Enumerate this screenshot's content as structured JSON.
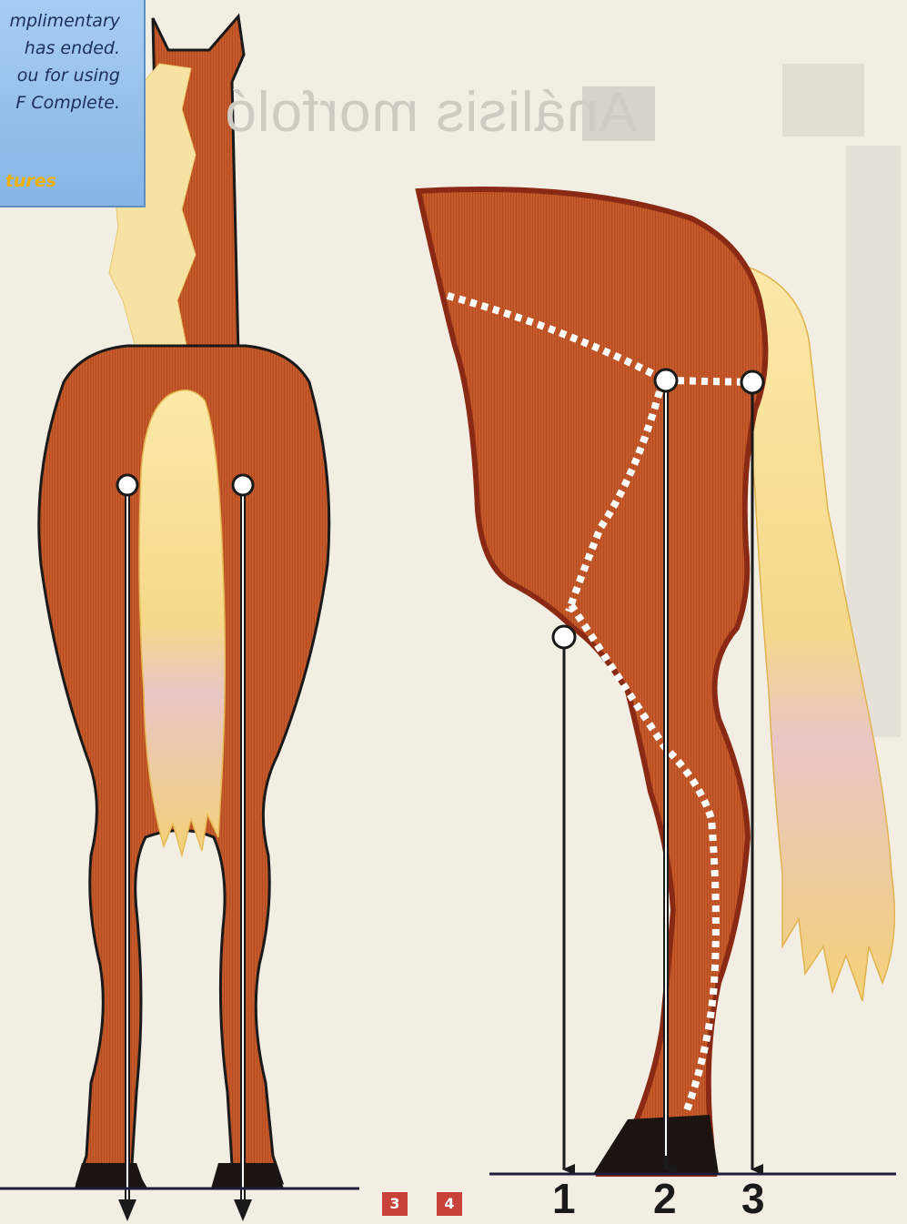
{
  "background_heading": "Análisis morfoló",
  "trial_notice": {
    "lines": [
      "mplimentary",
      "has ended.",
      "ou for using",
      "F Complete."
    ],
    "link": "tures"
  },
  "badges": [
    "3",
    "4"
  ],
  "markers": [
    "1",
    "2",
    "3"
  ],
  "colors": {
    "coat": "#c25426",
    "coat_shadow": "#8a2a14",
    "mane": "#f5dc8a",
    "ground": "#1c1c3a",
    "plumb_line": "#2a2a2a",
    "dashed_line": "#ffffff",
    "badge": "#c9423a"
  },
  "icons": [
    "plumb-line-arrow",
    "joint-marker"
  ]
}
